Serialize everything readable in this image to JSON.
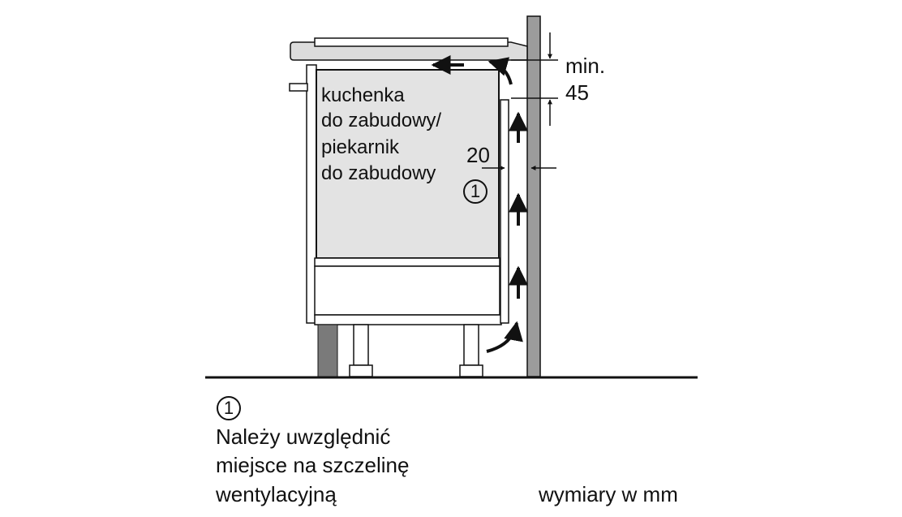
{
  "diagram": {
    "appliance_label": [
      "kuchenka",
      "do zabudowy/",
      "piekarnik",
      "do zabudowy"
    ],
    "marker": "1",
    "dim_gap": "20",
    "dim_min_label": "min.",
    "dim_min_value": "45"
  },
  "footnote": {
    "marker": "1",
    "lines": [
      "Należy uwzględnić",
      "miejsce na szczelinę",
      "wentylacyjną"
    ]
  },
  "units_note": "wymiary w mm",
  "colors": {
    "appliance_fill": "#e3e3e3",
    "wall_fill": "#9c9c9c",
    "plinth_fill": "#7a7a7a",
    "outline": "#111111"
  }
}
